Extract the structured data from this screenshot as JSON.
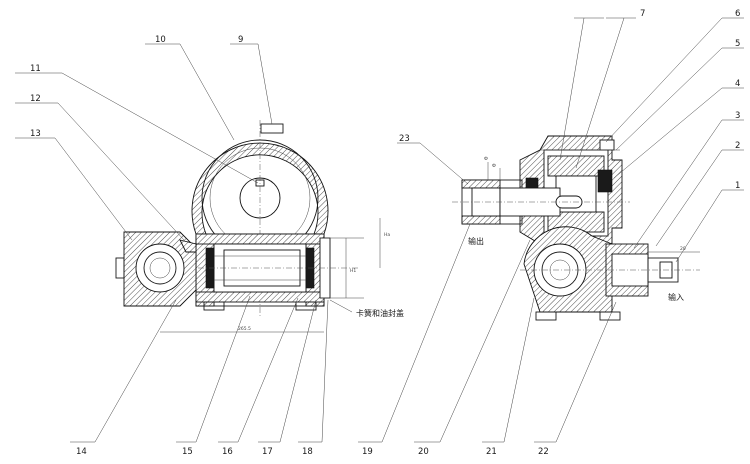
{
  "callouts": {
    "n1": "1",
    "n2": "2",
    "n3a": "3",
    "n3b": "3",
    "n4": "4",
    "n5": "5",
    "n6": "6",
    "n7": "7",
    "n9": "9",
    "n10": "10",
    "n11": "11",
    "n12": "12",
    "n13": "13",
    "n14": "14",
    "n15": "15",
    "n16": "16",
    "n17": "17",
    "n18": "18",
    "n19": "19",
    "n20": "20",
    "n21": "21",
    "n22": "22",
    "n23": "23"
  },
  "labels": {
    "seal_note": "卡簧和油封盖",
    "output": "输出",
    "input": "输入"
  },
  "dimensions": {
    "width_left": "265.5",
    "height_left": "Ha",
    "center_left": "H1",
    "shaft_right": "20"
  }
}
